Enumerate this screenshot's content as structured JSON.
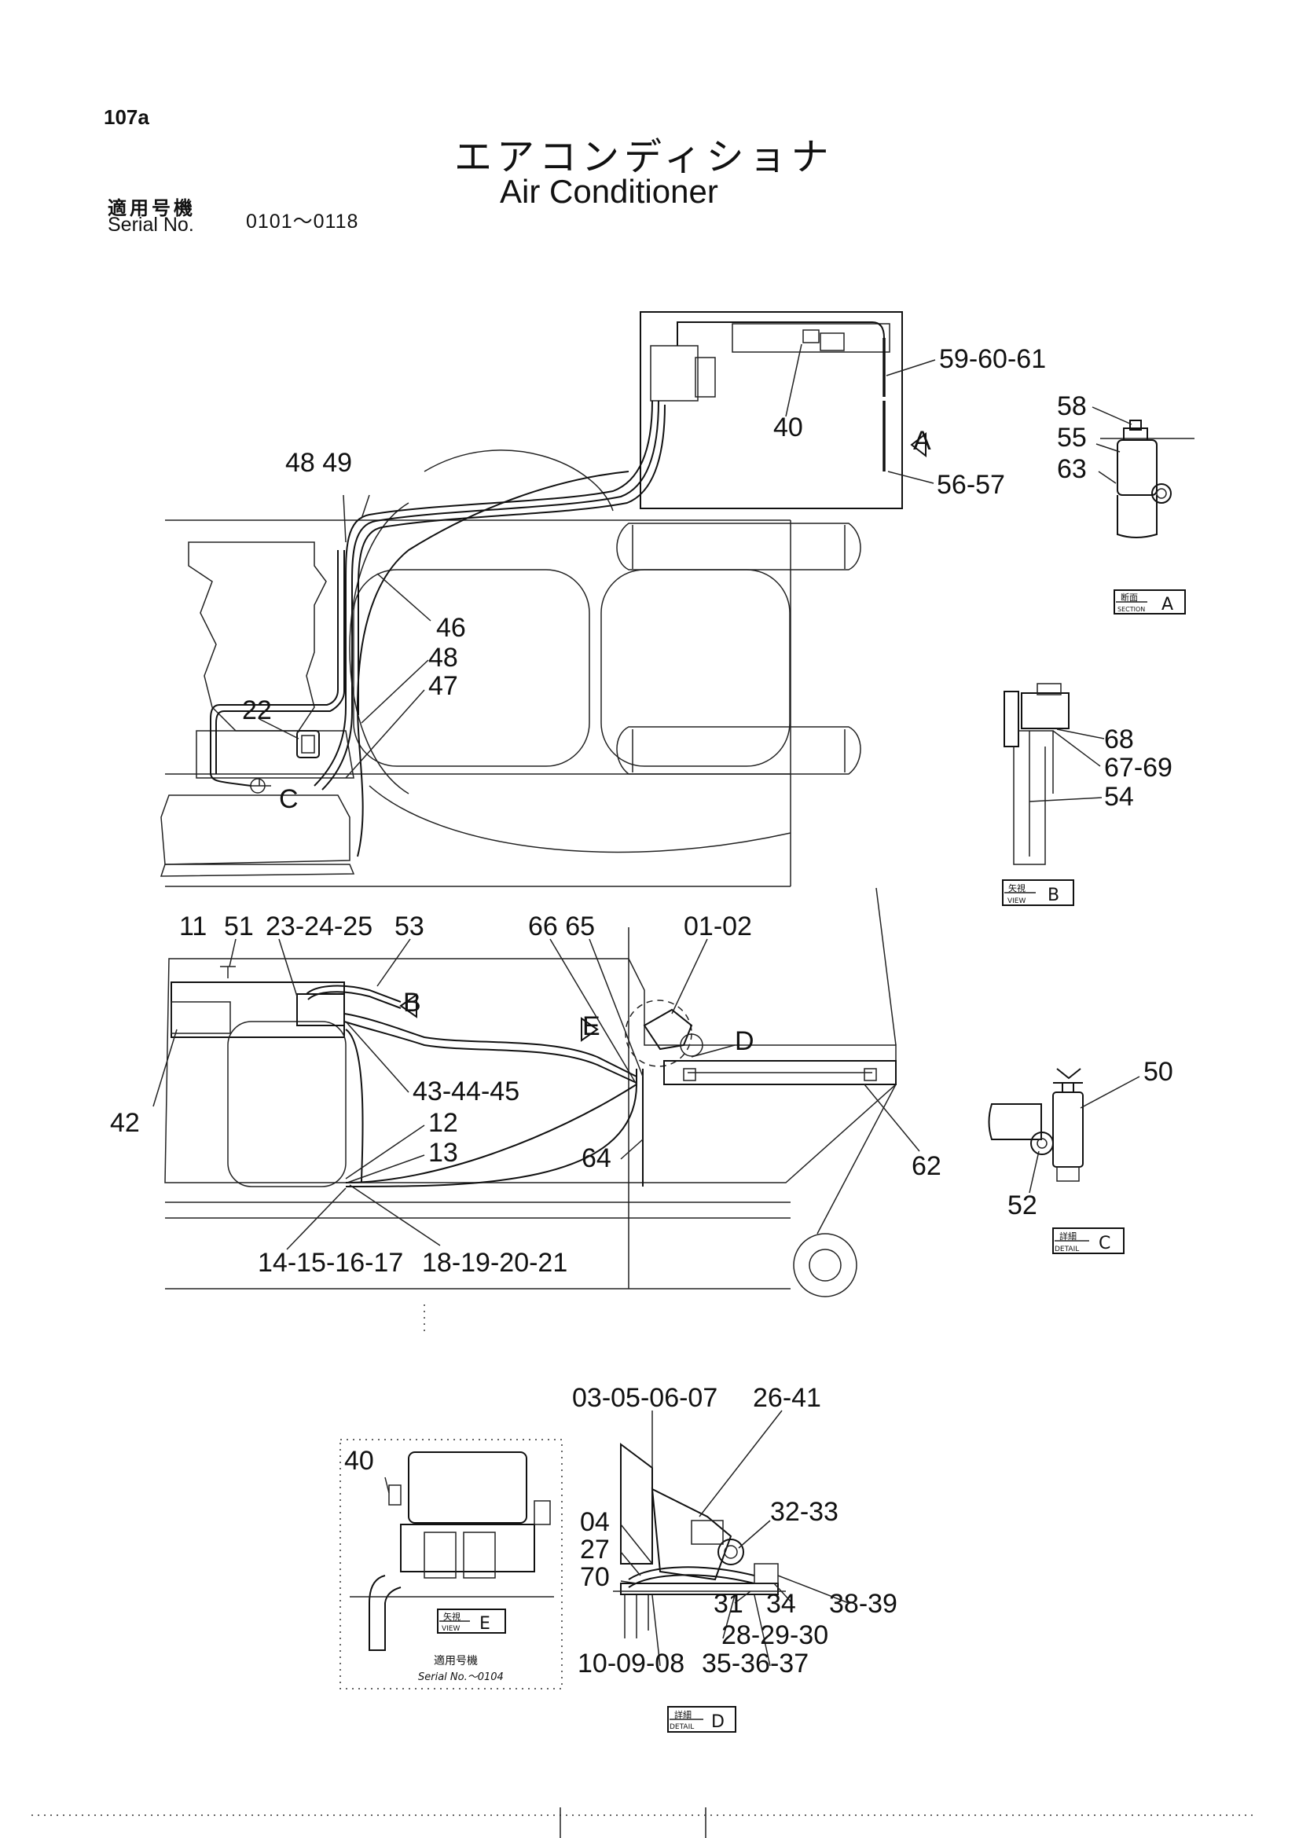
{
  "header": {
    "page_number": "107a",
    "title_jp": "エアコンディショナ",
    "title_en": "Air Conditioner",
    "serial_label_jp": "適用号機",
    "serial_label_en": "Serial No.",
    "serial_value": "0101～0118"
  },
  "callouts": [
    {
      "id": "c1",
      "text": "59-60-61"
    },
    {
      "id": "c2",
      "text": "40"
    },
    {
      "id": "c3",
      "text": "56-57"
    },
    {
      "id": "c4",
      "text": "58"
    },
    {
      "id": "c5",
      "text": "55"
    },
    {
      "id": "c6",
      "text": "63"
    },
    {
      "id": "c7",
      "text": "48 49"
    },
    {
      "id": "c8",
      "text": "46"
    },
    {
      "id": "c9",
      "text": "48"
    },
    {
      "id": "c10",
      "text": "47"
    },
    {
      "id": "c11",
      "text": "22"
    },
    {
      "id": "c12",
      "text": "C"
    },
    {
      "id": "c13",
      "text": "68"
    },
    {
      "id": "c14",
      "text": "67-69"
    },
    {
      "id": "c15",
      "text": "54"
    },
    {
      "id": "c16",
      "text": "11"
    },
    {
      "id": "c17",
      "text": "51"
    },
    {
      "id": "c18",
      "text": "23-24-25"
    },
    {
      "id": "c19",
      "text": "53"
    },
    {
      "id": "c20",
      "text": "66 65"
    },
    {
      "id": "c21",
      "text": "01-02"
    },
    {
      "id": "c22",
      "text": "D"
    },
    {
      "id": "c23",
      "text": "43-44-45"
    },
    {
      "id": "c24",
      "text": "42"
    },
    {
      "id": "c25",
      "text": "12"
    },
    {
      "id": "c26",
      "text": "13"
    },
    {
      "id": "c27",
      "text": "64"
    },
    {
      "id": "c28",
      "text": "62"
    },
    {
      "id": "c29",
      "text": "14-15-16-17"
    },
    {
      "id": "c30",
      "text": "18-19-20-21"
    },
    {
      "id": "c31",
      "text": "50"
    },
    {
      "id": "c32",
      "text": "52"
    },
    {
      "id": "c33",
      "text": "03-05-06-07"
    },
    {
      "id": "c34",
      "text": "26-41"
    },
    {
      "id": "c35",
      "text": "40"
    },
    {
      "id": "c36",
      "text": "32-33"
    },
    {
      "id": "c37",
      "text": "04"
    },
    {
      "id": "c38",
      "text": "27"
    },
    {
      "id": "c39",
      "text": "70"
    },
    {
      "id": "c40",
      "text": "31"
    },
    {
      "id": "c41",
      "text": "34"
    },
    {
      "id": "c42",
      "text": "38-39"
    },
    {
      "id": "c43",
      "text": "28-29-30"
    },
    {
      "id": "c44",
      "text": "10-09-08"
    },
    {
      "id": "c45",
      "text": "35-36-37"
    }
  ],
  "view_markers": [
    {
      "id": "A",
      "text": "A"
    },
    {
      "id": "B",
      "text": "B"
    },
    {
      "id": "E",
      "text": "E"
    }
  ],
  "view_boxes": [
    {
      "id": "section_a",
      "jp": "断面",
      "en": "SECTION",
      "letter": "A"
    },
    {
      "id": "view_b",
      "jp": "矢視",
      "en": "VIEW",
      "letter": "B"
    },
    {
      "id": "detail_c",
      "jp": "詳細",
      "en": "DETAIL",
      "letter": "C"
    },
    {
      "id": "view_e",
      "jp": "矢視",
      "en": "VIEW",
      "letter": "E"
    },
    {
      "id": "detail_d",
      "jp": "詳細",
      "en": "DETAIL",
      "letter": "D"
    }
  ],
  "inset_note": {
    "jp": "適用号機",
    "en": "Serial No.～0104"
  }
}
